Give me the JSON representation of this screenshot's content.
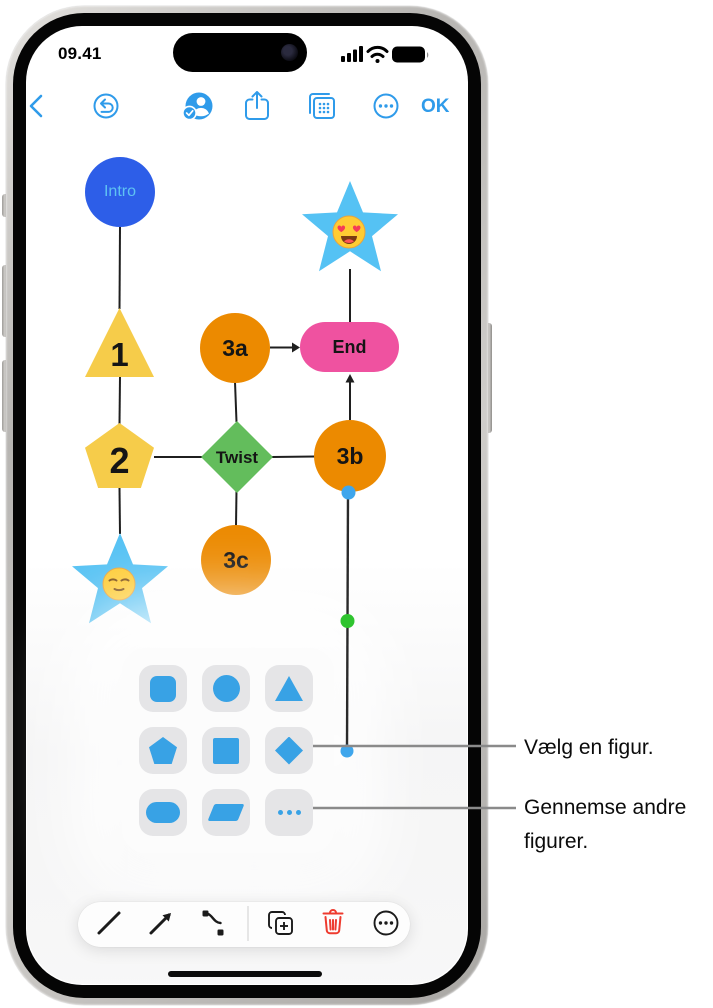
{
  "status_bar": {
    "time": "09.41",
    "icons": [
      "cellular-signal-icon",
      "wifi-icon",
      "battery-icon"
    ]
  },
  "top_toolbar": {
    "icons": [
      "back-chevron-icon",
      "undo-icon",
      "collaborate-icon",
      "share-icon",
      "boards-icon",
      "more-icon"
    ],
    "ok_label": "OK",
    "accent_color": "#2F9BEA"
  },
  "canvas": {
    "nodes": [
      {
        "id": "intro",
        "label": "Intro",
        "shape": "circle",
        "color": "#2D5EE8",
        "text_color": "#5FC3F2"
      },
      {
        "id": "step1",
        "label": "1",
        "shape": "triangle",
        "color": "#F6CC4A",
        "text_color": "#151515"
      },
      {
        "id": "step2",
        "label": "2",
        "shape": "pentagon",
        "color": "#F6CC4A",
        "text_color": "#151515"
      },
      {
        "id": "twist",
        "label": "Twist",
        "shape": "diamond",
        "color": "#63BD5C",
        "text_color": "#151515"
      },
      {
        "id": "3a",
        "label": "3a",
        "shape": "circle",
        "color": "#EC8A00",
        "text_color": "#151515"
      },
      {
        "id": "3b",
        "label": "3b",
        "shape": "circle",
        "color": "#EC8A00",
        "text_color": "#151515"
      },
      {
        "id": "3c",
        "label": "3c",
        "shape": "circle",
        "color": "#EC8A00",
        "text_color": "#151515"
      },
      {
        "id": "end",
        "label": "End",
        "shape": "rounded-pill",
        "color": "#EF52A0",
        "text_color": "#151515"
      },
      {
        "id": "star-top",
        "emoji": "😍",
        "emoji_name": "heart-eyes-emoji",
        "shape": "star",
        "color": "#55C2F4"
      },
      {
        "id": "star-left",
        "emoji": "😌",
        "emoji_name": "relieved-emoji",
        "shape": "star",
        "color": "#55C2F4"
      }
    ],
    "selection_handles": {
      "start_color": "#3FA6EC",
      "mid_color": "#2FC42F",
      "end_color": "#3FA6EC"
    }
  },
  "shape_picker": {
    "options": [
      "rounded-square",
      "circle",
      "triangle",
      "pentagon",
      "square",
      "diamond",
      "oval",
      "parallelogram",
      "more-shapes"
    ],
    "shape_color": "#38A2E5",
    "button_color": "#E5E5E7"
  },
  "bottom_toolbar": {
    "tools": [
      "line-tool-icon",
      "arrow-tool-icon",
      "connector-tool-icon",
      "duplicate-icon",
      "delete-icon",
      "more-icon"
    ],
    "delete_color": "#EE3B2F"
  },
  "callouts": [
    {
      "text": "Vælg en figur."
    },
    {
      "text": "Gennemse andre figurer."
    }
  ]
}
